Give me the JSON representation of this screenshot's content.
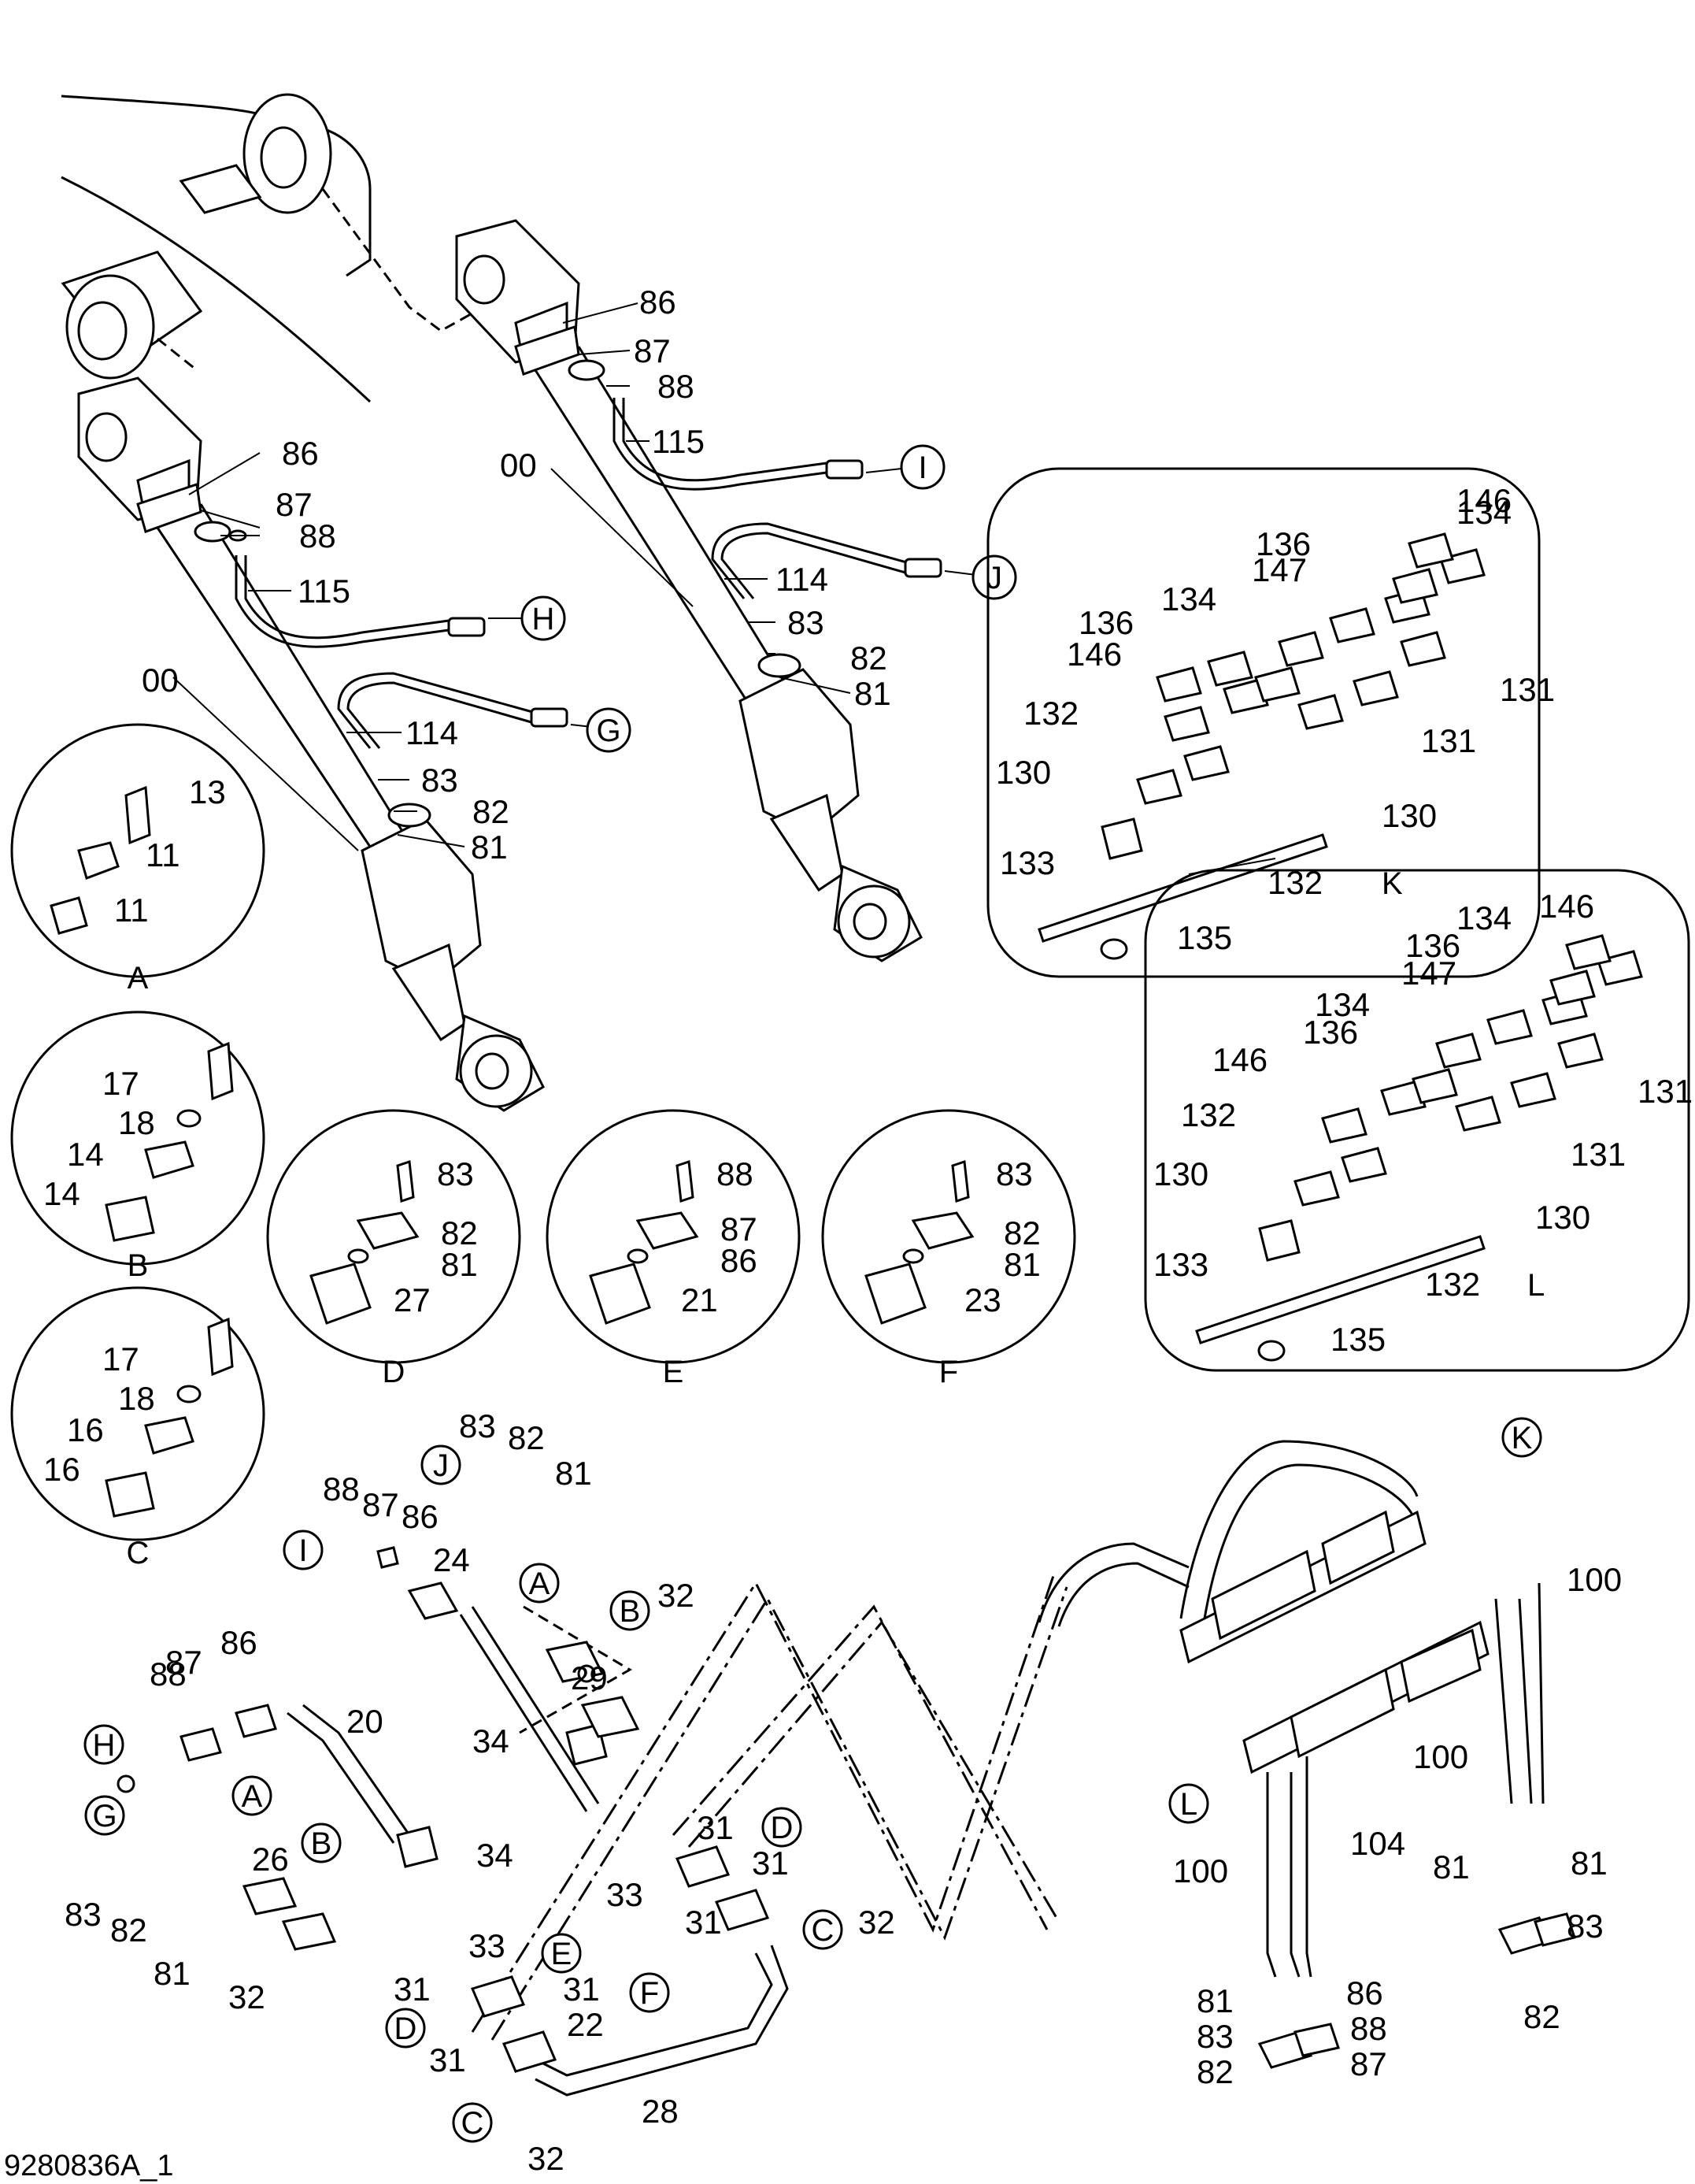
{
  "document_code": "9280836A_1",
  "callouts": {
    "upper_left_cylinder": [
      "86",
      "87",
      "88",
      "115",
      "114",
      "83",
      "82",
      "81",
      "00"
    ],
    "upper_right_cylinder": [
      "86",
      "87",
      "88",
      "115",
      "114",
      "83",
      "82",
      "81",
      "00"
    ],
    "ref_letters": [
      "H",
      "G",
      "I",
      "J",
      "K",
      "L",
      "A",
      "B",
      "C",
      "D",
      "E",
      "F"
    ]
  },
  "details": [
    {
      "id": "A",
      "labels": [
        "13",
        "11",
        "11"
      ]
    },
    {
      "id": "B",
      "labels": [
        "17",
        "18",
        "14",
        "14"
      ]
    },
    {
      "id": "C",
      "labels": [
        "17",
        "18",
        "16",
        "16"
      ]
    },
    {
      "id": "D",
      "labels": [
        "83",
        "82",
        "81",
        "27"
      ]
    },
    {
      "id": "E",
      "labels": [
        "88",
        "87",
        "86",
        "21"
      ]
    },
    {
      "id": "F",
      "labels": [
        "83",
        "82",
        "81",
        "23"
      ]
    },
    {
      "id": "K",
      "labels": [
        "134",
        "146",
        "136",
        "147",
        "134",
        "136",
        "146",
        "131",
        "132",
        "131",
        "130",
        "130",
        "132",
        "133",
        "135"
      ]
    },
    {
      "id": "L",
      "labels": [
        "134",
        "146",
        "136",
        "147",
        "134",
        "136",
        "146",
        "131",
        "132",
        "131",
        "130",
        "130",
        "132",
        "133",
        "135"
      ]
    }
  ],
  "lower_labels": [
    "83",
    "82",
    "81",
    "88",
    "87",
    "86",
    "24",
    "A",
    "29",
    "B",
    "32",
    "88",
    "87",
    "86",
    "20",
    "34",
    "31",
    "33",
    "31",
    "32",
    "26",
    "B",
    "34",
    "83",
    "82",
    "81",
    "32",
    "33",
    "31",
    "E",
    "31",
    "22",
    "28",
    "32",
    "100",
    "100",
    "100",
    "104",
    "81",
    "86",
    "83",
    "88",
    "82",
    "87",
    "81",
    "81",
    "83",
    "82"
  ]
}
